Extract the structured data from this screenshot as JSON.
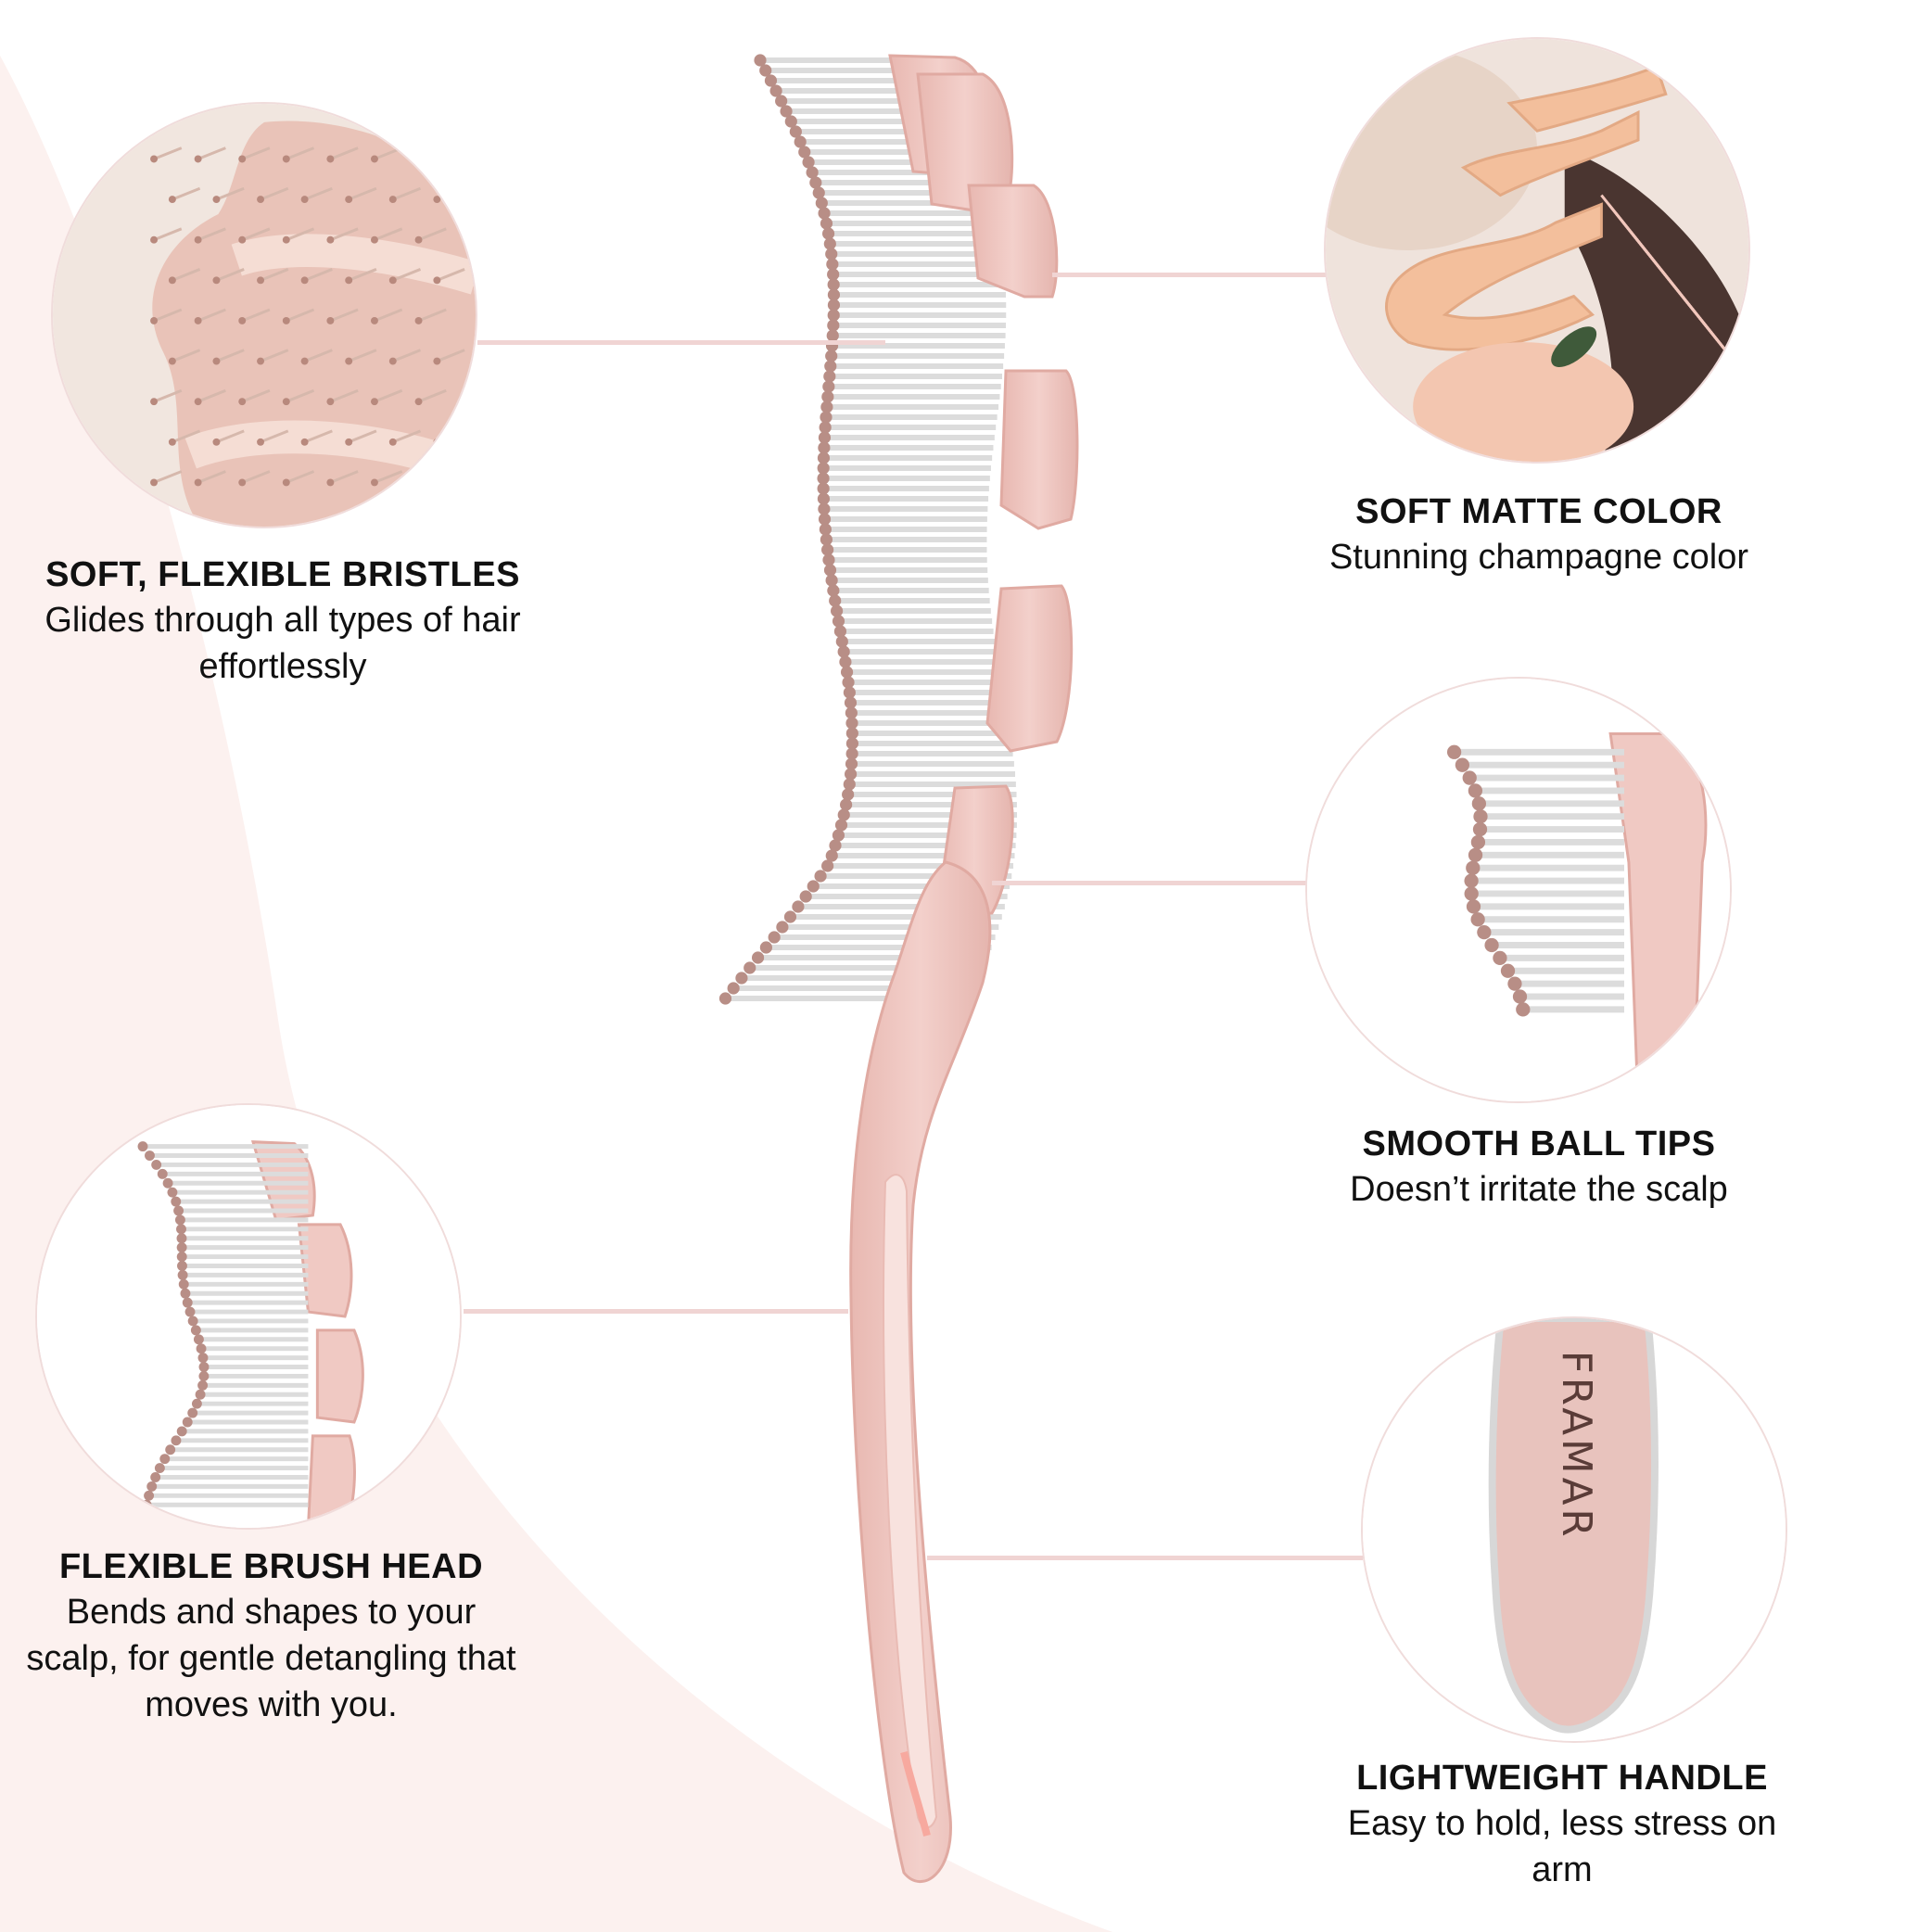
{
  "features": {
    "bristles": {
      "title": "SOFT, FLEXIBLE BRISTLES",
      "desc": "Glides through all types of hair effortlessly",
      "icon": "bristles-closeup-photo"
    },
    "color": {
      "title": "SOFT MATTE COLOR",
      "desc": "Stunning champagne color",
      "icon": "brush-in-hair-photo"
    },
    "ball_tips": {
      "title": "SMOOTH BALL TIPS",
      "desc": "Doesn’t irritate the scalp",
      "icon": "ball-tips-closeup"
    },
    "brush_head": {
      "title": "FLEXIBLE BRUSH HEAD",
      "desc": "Bends and shapes to your scalp, for gentle detangling that moves with you.",
      "icon": "brush-head-closeup"
    },
    "handle": {
      "title": "LIGHTWEIGHT HANDLE",
      "desc": "Easy to hold, less stress on arm",
      "icon": "handle-closeup",
      "brand": "FRAMAR"
    }
  },
  "colors": {
    "brush_pink": "#f0c9c3",
    "brush_shadow": "#e3b2ab",
    "ball_tip": "#b88e86",
    "connector": "#f0d4d3",
    "bg_blush": "#fcf1ef"
  }
}
